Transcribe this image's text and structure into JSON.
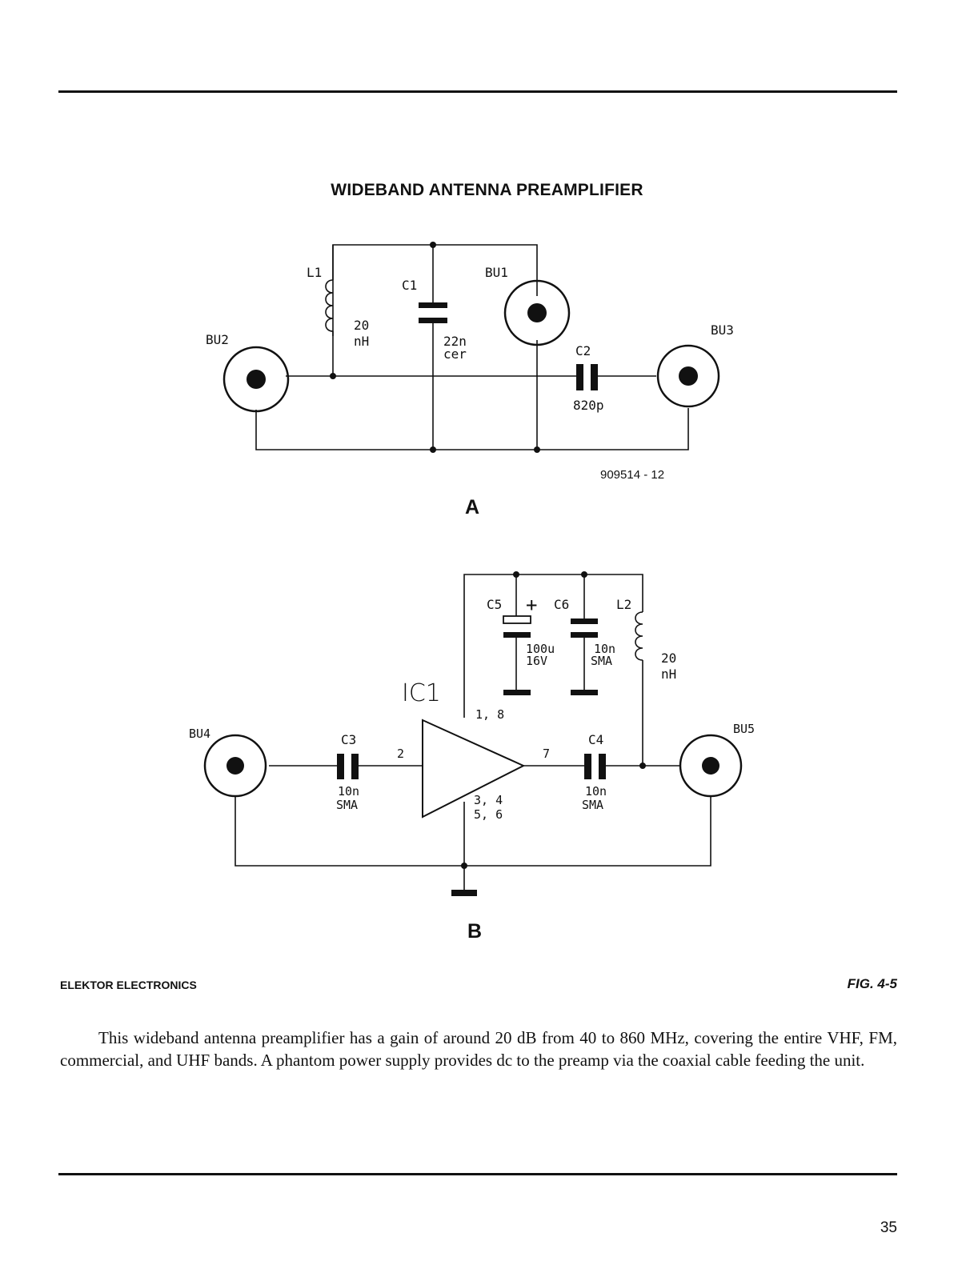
{
  "header": {
    "title": "WIDEBAND ANTENNA PREAMPLIFIER"
  },
  "figure_a": {
    "label": "A",
    "drawing_number": "909514 - 12",
    "parts": {
      "bu1": "BU1",
      "bu2": "BU2",
      "bu3": "BU3",
      "l1": "L1",
      "l1_value_1": "20",
      "l1_value_2": "nH",
      "c1": "C1",
      "c1_value_1": "22n",
      "c1_value_2": "cer",
      "c2": "C2",
      "c2_value": "820p"
    }
  },
  "figure_b": {
    "label": "B",
    "parts": {
      "bu4": "BU4",
      "bu5": "BU5",
      "ic1": "IC1",
      "c3": "C3",
      "c3_value_1": "10n",
      "c3_value_2": "SMA",
      "c4": "C4",
      "c4_value_1": "10n",
      "c4_value_2": "SMA",
      "c5": "C5",
      "c5_value_1": "100u",
      "c5_value_2": "16V",
      "c5_polarity": "+",
      "c6": "C6",
      "c6_value_1": "10n",
      "c6_value_2": "SMA",
      "l2": "L2",
      "l2_value_1": "20",
      "l2_value_2": "nH",
      "pin_in": "2",
      "pin_out": "7",
      "pin_supply": "1, 8",
      "pin_gnd_1": "3, 4",
      "pin_gnd_2": "5, 6"
    }
  },
  "footer": {
    "credit": "ELEKTOR ELECTRONICS",
    "figure_number": "FIG. 4-5"
  },
  "body": {
    "paragraph": "This wideband antenna preamplifier has a gain of around 20 dB from 40 to 860 MHz, covering the entire VHF, FM, commercial, and UHF bands. A phantom power supply provides dc to the preamp via the coaxial cable feeding the unit."
  },
  "page": {
    "number": "35"
  }
}
